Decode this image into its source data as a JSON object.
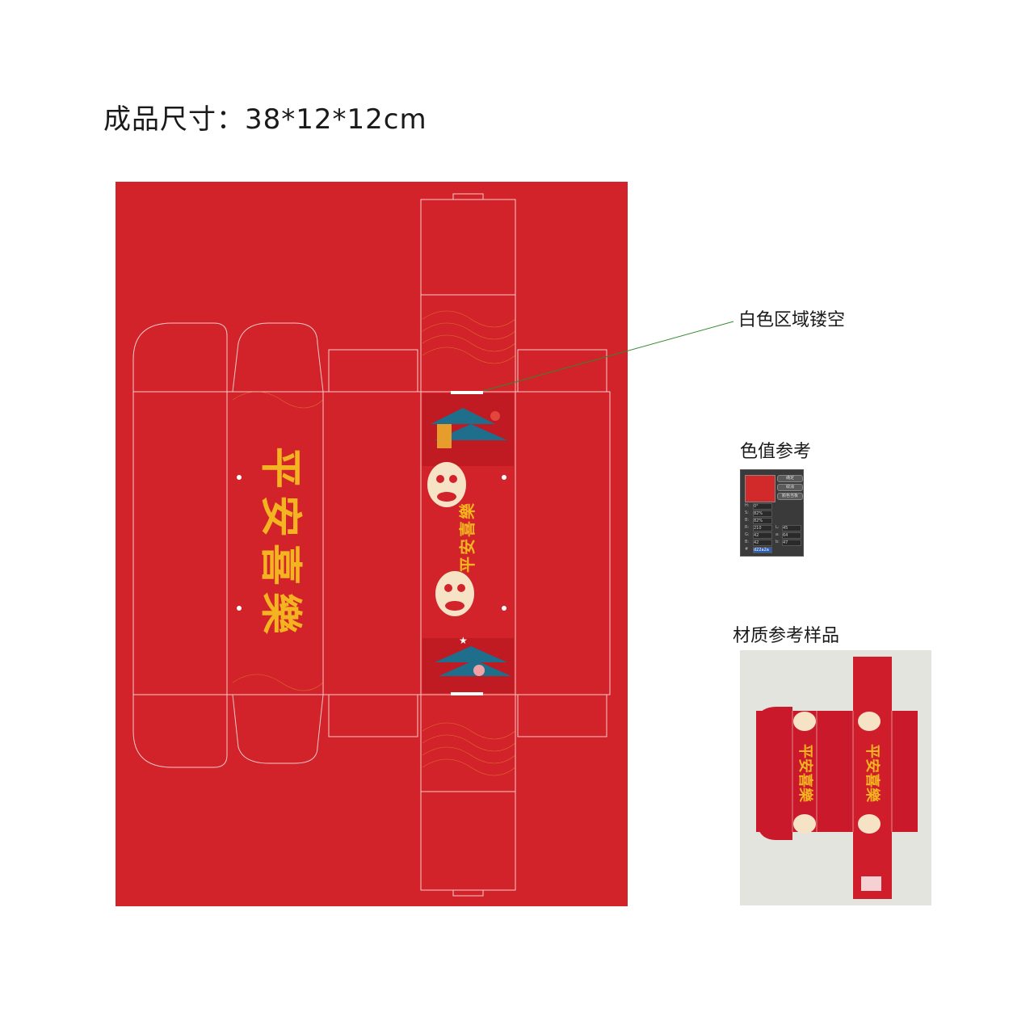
{
  "header": {
    "title": "成品尺寸：38*12*12cm"
  },
  "dieline": {
    "background_color": "#d12329",
    "line_color": "#f3c9c9",
    "gold_color": "#f4b320",
    "side_panel_text": "平安喜樂",
    "center_panel_text": "平安喜樂"
  },
  "callout": {
    "label": "白色区域镂空",
    "line_color": "#2e8b2e"
  },
  "color_reference": {
    "label": "色值参考",
    "swatch_color": "#d22a2a",
    "buttons": [
      "确定",
      "取消",
      "颜色当板"
    ],
    "rows": [
      {
        "key": "H:",
        "value": "0°"
      },
      {
        "key": "S:",
        "value": "82%"
      },
      {
        "key": "B:",
        "value": "82%"
      },
      {
        "key": "R:",
        "value": "210",
        "key2": "L:",
        "value2": "45"
      },
      {
        "key": "G:",
        "value": "42",
        "key2": "a:",
        "value2": "64"
      },
      {
        "key": "B:",
        "value": "42",
        "key2": "b:",
        "value2": "47"
      },
      {
        "key": "#",
        "value": "d22a2a"
      }
    ]
  },
  "material_sample": {
    "label": "材质参考样品",
    "print_text": "平安喜樂"
  }
}
